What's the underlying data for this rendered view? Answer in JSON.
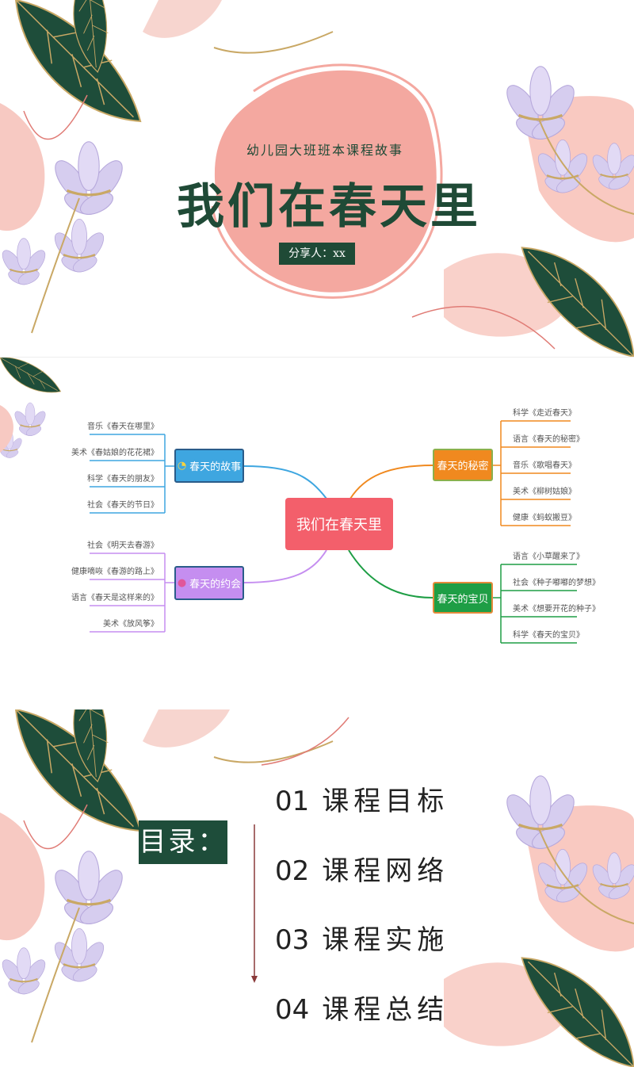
{
  "cover": {
    "subtitle": "幼儿园大班班本课程故事",
    "title": "我们在春天里",
    "presenter": "分享人：xx"
  },
  "mindmap": {
    "center": "我们在春天里",
    "branches": [
      {
        "label": "春天的故事",
        "color": "#3ea6e0",
        "icon": "clock-icon",
        "items": [
          "音乐《春天在哪里》",
          "美术《春姑娘的花花裙》",
          "科学《春天的朋友》",
          "社会《春天的节日》"
        ]
      },
      {
        "label": "春天的约会",
        "color": "#c58ef0",
        "icon": "balloon-icon",
        "items": [
          "社会《明天去春游》",
          "健康嘀咴《春游的路上》",
          "语言《春天是这样来的》",
          "美术《放风筝》"
        ]
      },
      {
        "label": "春天的秘密",
        "color": "#f0891f",
        "items": [
          "科学《走近春天》",
          "语言《春天的秘密》",
          "音乐《歌唱春天》",
          "美术《柳树姑娘》",
          "健康《蚂蚁搬豆》"
        ]
      },
      {
        "label": "春天的宝贝",
        "color": "#1e9e45",
        "items": [
          "语言《小草醒来了》",
          "社会《种子嘟嘟的梦想》",
          "美术《想要开花的种子》",
          "科学《春天的宝贝》"
        ]
      }
    ],
    "center_color": "#f35f6b"
  },
  "toc": {
    "heading": "目录：",
    "items": [
      {
        "num": "01",
        "label": "课程目标"
      },
      {
        "num": "02",
        "label": "课程网络"
      },
      {
        "num": "03",
        "label": "课程实施"
      },
      {
        "num": "04",
        "label": "课程总结"
      }
    ]
  },
  "colors": {
    "dark_green": "#1f4a36",
    "pink": "#f4a8a0"
  }
}
